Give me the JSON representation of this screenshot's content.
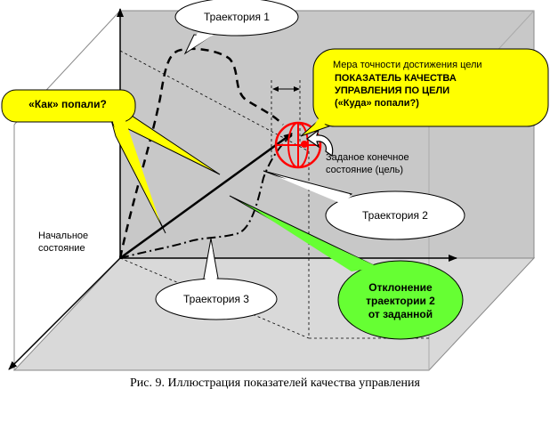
{
  "bubbles": {
    "trajectory1": "Траектория 1",
    "trajectory2": "Траектория 2",
    "trajectory3": "Траектория 3",
    "how_hit": "«Как» попали?",
    "accuracy_line1": "Мера точности достижения цели",
    "accuracy_line2": "ПОКАЗАТЕЛЬ КАЧЕСТВА",
    "accuracy_line3": "УПРАВЛЕНИЯ ПО ЦЕЛИ",
    "accuracy_line4": "(«Куда» попали?)",
    "deviation_line1": "Отклонение",
    "deviation_line2": "траектории 2",
    "deviation_line3": "от заданной"
  },
  "labels": {
    "initial_line1": "Начальное",
    "initial_line2": "состояние",
    "target_line1": "Заданое конечное",
    "target_line2": "состояние (цель)"
  },
  "caption": "Рис. 9. Иллюстрация показателей качества управления",
  "colors": {
    "back_plane": "#c8c8c8",
    "floor_plane": "#d9d9d9",
    "yellow": "#ffff00",
    "green": "#66ff33",
    "target_red": "#ff0000"
  }
}
